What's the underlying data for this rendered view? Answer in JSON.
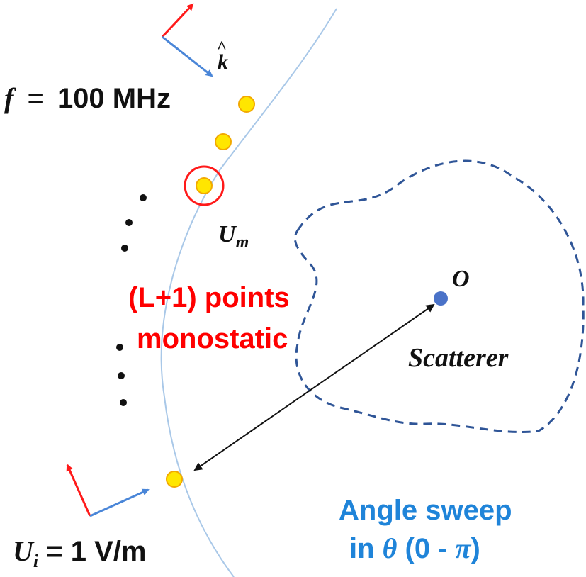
{
  "labels": {
    "frequency": {
      "symbol": "f",
      "equals": "=",
      "value": "100 MHz"
    },
    "wave_vector": "k",
    "sample_point": {
      "symbol": "U",
      "subscript": "m"
    },
    "points_line1": "(L+1) points",
    "points_line2": "monostatic",
    "origin": "O",
    "scatterer": "Scatterer",
    "sweep_line1": "Angle sweep",
    "sweep_line2_prefix": "in ",
    "sweep_theta": "θ",
    "sweep_range_open": " (0 - ",
    "sweep_pi": "π",
    "sweep_range_close": ")",
    "incident": {
      "symbol": "U",
      "subscript": "i",
      "value": " = 1 V/m"
    }
  },
  "colors": {
    "orbit": "#a9c8e8",
    "point_fill": "#ffe600",
    "point_stroke": "#f2a900",
    "highlight": "#ff1a1a",
    "vector_red": "#ff1a1a",
    "vector_blue": "#4a86d8",
    "scatterer": "#2f5597",
    "origin": "#4a72c8",
    "distance_arrow": "#111111"
  }
}
